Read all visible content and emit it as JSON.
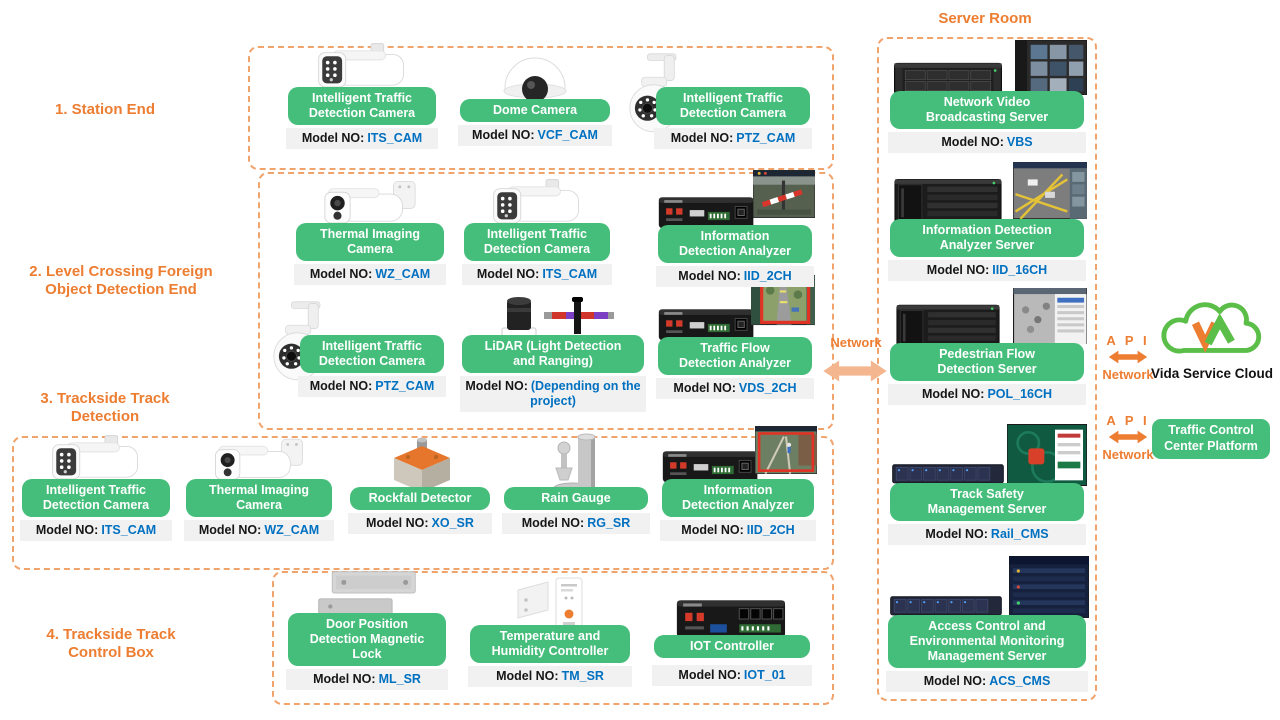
{
  "titles": {
    "server_room": "Server Room"
  },
  "side_labels": {
    "s1": "1. Station End",
    "s2": "2. Level Crossing Foreign\nObject Detection End",
    "s3": "3. Trackside Track\nDetection",
    "s4": "4. Trackside Track\nControl Box"
  },
  "connections": {
    "network": "Network",
    "api1_top": "A P I",
    "api1_bottom": "Network",
    "api2_top": "A P I",
    "api2_bottom": "Network"
  },
  "cloud": {
    "label": "Vida Service Cloud"
  },
  "platform": {
    "label": "Traffic Control\nCenter Platform"
  },
  "colors": {
    "accent_orange": "#ED7D31",
    "box_dash_orange": "#F1A36C",
    "label_green": "#45BE7B",
    "model_blue": "#0070C0",
    "arrow_salmon": "#F3B68E",
    "cloud_green": "#5BBE49"
  },
  "sections": {
    "station": {
      "devices": [
        {
          "name": "Intelligent Traffic\nDetection Camera",
          "prefix": "Model NO:",
          "model": "ITS_CAM",
          "image": "bullet-camera"
        },
        {
          "name": "Dome Camera",
          "prefix": "Model NO:",
          "model": "VCF_CAM",
          "image": "dome-camera"
        },
        {
          "name": "Intelligent Traffic\nDetection Camera",
          "prefix": "Model NO:",
          "model": "PTZ_CAM",
          "image": "ptz-camera"
        }
      ]
    },
    "level_crossing": {
      "devices": [
        {
          "name": "Thermal Imaging\nCamera",
          "prefix": "Model NO:",
          "model": "WZ_CAM",
          "image": "thermal-camera"
        },
        {
          "name": "Intelligent Traffic\nDetection Camera",
          "prefix": "Model NO:",
          "model": "ITS_CAM",
          "image": "bullet-camera"
        },
        {
          "name": "Information\nDetection Analyzer",
          "prefix": "Model NO:",
          "model": "IID_2CH",
          "image": "analyzer-box"
        },
        {
          "name": "Intelligent Traffic\nDetection Camera",
          "prefix": "Model NO:",
          "model": "PTZ_CAM",
          "image": "ptz-camera"
        },
        {
          "name": "LiDAR (Light Detection\nand Ranging)",
          "prefix": "Model NO:",
          "model": "(Depending on the project)",
          "image": "lidar"
        },
        {
          "name": "Traffic Flow\nDetection Analyzer",
          "prefix": "Model NO:",
          "model": "VDS_2CH",
          "image": "analyzer-box"
        }
      ]
    },
    "trackside": {
      "devices": [
        {
          "name": "Intelligent Traffic\nDetection Camera",
          "prefix": "Model NO:",
          "model": "ITS_CAM",
          "image": "bullet-camera"
        },
        {
          "name": "Thermal Imaging\nCamera",
          "prefix": "Model NO:",
          "model": "WZ_CAM",
          "image": "thermal-camera"
        },
        {
          "name": "Rockfall Detector",
          "prefix": "Model NO:",
          "model": "XO_SR",
          "image": "rockfall-detector"
        },
        {
          "name": "Rain Gauge",
          "prefix": "Model NO:",
          "model": "RG_SR",
          "image": "rain-gauge"
        },
        {
          "name": "Information\nDetection Analyzer",
          "prefix": "Model NO:",
          "model": "IID_2CH",
          "image": "analyzer-box"
        }
      ]
    },
    "control_box": {
      "devices": [
        {
          "name": "Door Position\nDetection Magnetic\nLock",
          "prefix": "Model NO:",
          "model": "ML_SR",
          "image": "magnetic-lock"
        },
        {
          "name": "Temperature  and\nHumidity Controller",
          "prefix": "Model NO:",
          "model": "TM_SR",
          "image": "temperature-controller"
        },
        {
          "name": "IOT  Controller",
          "prefix": "Model NO:",
          "model": "IOT_01",
          "image": "iot-controller"
        }
      ]
    },
    "server_room": {
      "devices": [
        {
          "name": "Network Video\nBroadcasting  Server",
          "prefix": "Model NO:",
          "model": "VBS",
          "image": "rack-server"
        },
        {
          "name": "Information  Detection\nAnalyzer  Server",
          "prefix": "Model NO:",
          "model": "IID_16CH",
          "image": "rack-server"
        },
        {
          "name": "Pedestrian  Flow\nDetection  Server",
          "prefix": "Model NO:",
          "model": "POL_16CH",
          "image": "rack-server"
        },
        {
          "name": "Track Safety\nManagement  Server",
          "prefix": "Model NO:",
          "model": "Rail_CMS",
          "image": "rack-server"
        },
        {
          "name": "Access Control and\nEnvironmental  Monitoring\nManagement  Server",
          "prefix": "Model NO:",
          "model": "ACS_CMS",
          "image": "rack-server"
        }
      ]
    }
  }
}
